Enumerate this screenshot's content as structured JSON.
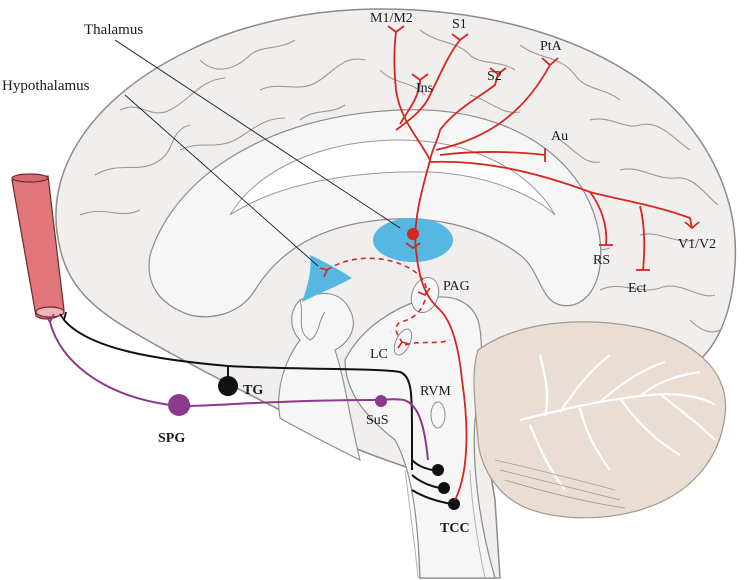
{
  "labels": {
    "thalamus": "Thalamus",
    "hypothalamus": "Hypothalamus",
    "m1m2": "M1/M2",
    "s1": "S1",
    "pta": "PtA",
    "ins": "Ins",
    "s2": "S2",
    "au": "Au",
    "rs": "RS",
    "ect": "Ect",
    "v1v2": "V1/V2",
    "pag": "PAG",
    "lc": "LC",
    "rvm": "RVM",
    "tg": "TG",
    "spg": "SPG",
    "sus": "SuS",
    "tcc": "TCC"
  },
  "colors": {
    "brain_fill": "#f1efee",
    "brain_outline": "#8f8a88",
    "gyri": "#9c9795",
    "inner_fill": "#f7f6f6",
    "cerebellum": "#e9ddd4",
    "cerebellum_line": "#a69888",
    "red_pathway": "#d7261e",
    "purple_pathway": "#8a3a8e",
    "black_pathway": "#111111",
    "nucleus_blue": "#56b7e3",
    "vessel": "#e0767a",
    "vessel_outline": "#6b2a2e"
  }
}
